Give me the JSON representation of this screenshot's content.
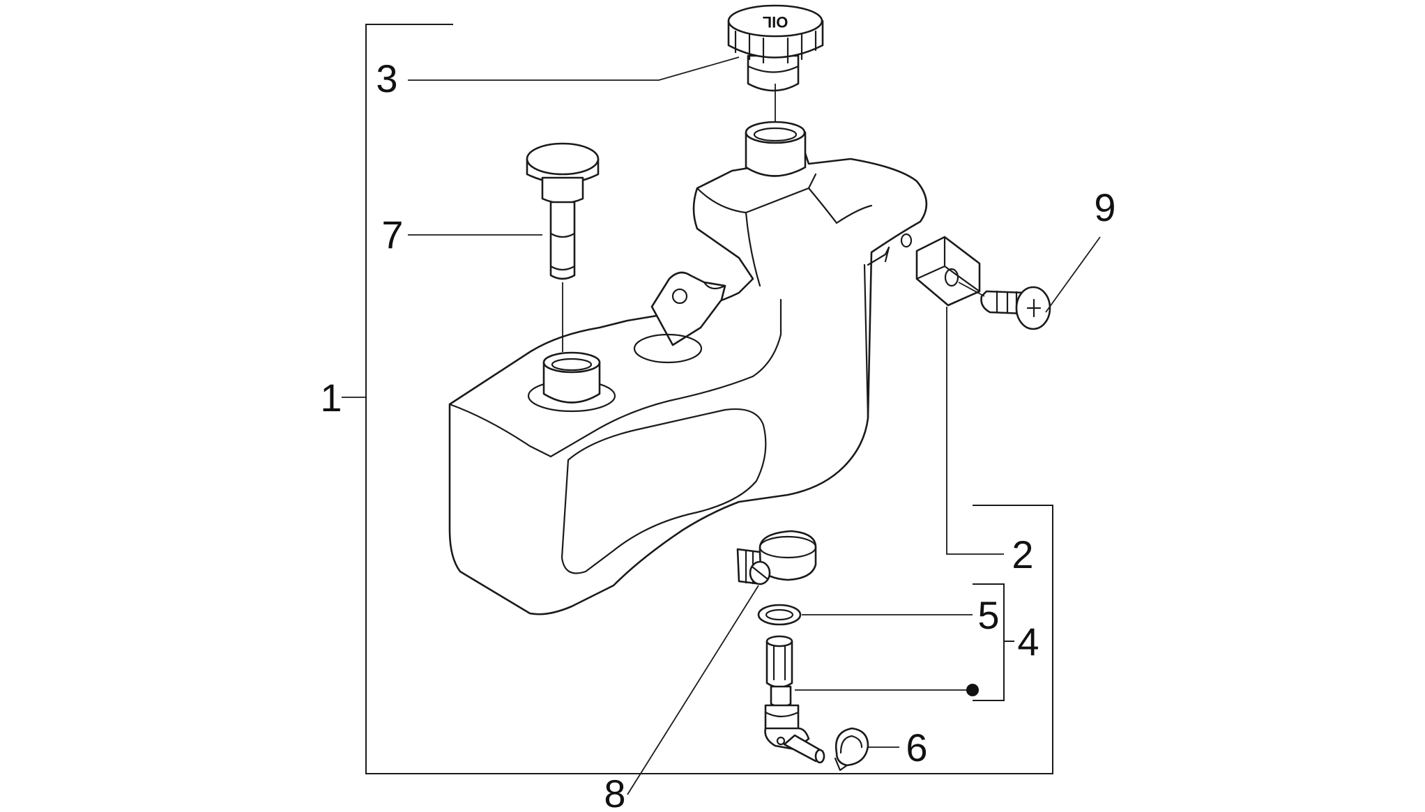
{
  "diagram": {
    "type": "exploded-parts-view",
    "line_color": "#1a1a1a",
    "background": "#ffffff",
    "cap_text": "OIL",
    "callouts": [
      {
        "id": "1",
        "label": "1"
      },
      {
        "id": "2",
        "label": "2"
      },
      {
        "id": "3",
        "label": "3"
      },
      {
        "id": "4",
        "label": "4"
      },
      {
        "id": "5",
        "label": "5"
      },
      {
        "id": "6",
        "label": "6"
      },
      {
        "id": "7",
        "label": "7"
      },
      {
        "id": "8",
        "label": "8"
      },
      {
        "id": "9",
        "label": "9"
      }
    ]
  }
}
